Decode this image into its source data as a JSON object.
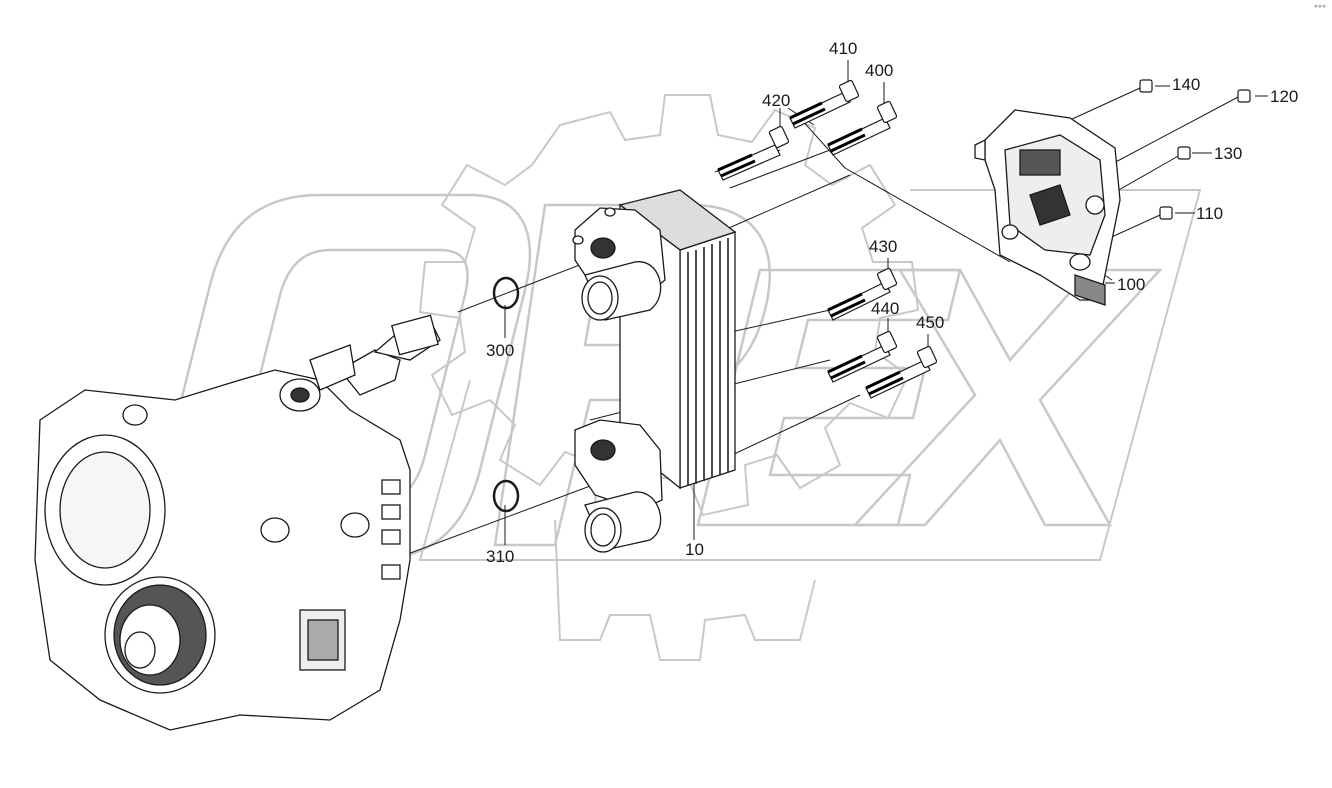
{
  "diagram": {
    "watermark": "OPEX",
    "corner_mark": "°°°",
    "callouts": {
      "c10": "10",
      "c100": "100",
      "c110": "110",
      "c120": "120",
      "c130": "130",
      "c140": "140",
      "c300": "300",
      "c310": "310",
      "c400": "400",
      "c410": "410",
      "c420": "420",
      "c430": "430",
      "c440": "440",
      "c450": "450"
    },
    "colors": {
      "line": "#1a1a1a",
      "watermark": "#c8c8c8",
      "fill": "#ffffff",
      "dark": "#444444"
    }
  }
}
